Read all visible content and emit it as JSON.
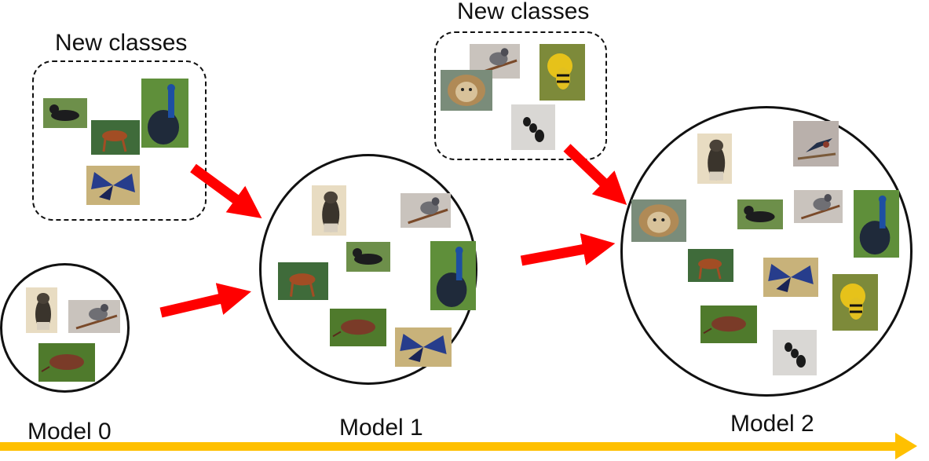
{
  "labels": {
    "new_classes_1": "New classes",
    "new_classes_2": "New classes",
    "model_0": "Model 0",
    "model_1": "Model 1",
    "model_2": "Model 2"
  },
  "colors": {
    "arrow": "#ff0000",
    "timeline": "#ffc000",
    "outline": "#111111"
  },
  "classes": [
    "cat",
    "bird",
    "weevil",
    "dog",
    "horse",
    "peacock",
    "butterfly",
    "lion",
    "wasp",
    "ant",
    "swallow"
  ],
  "groups": {
    "model_0": [
      "cat",
      "bird",
      "weevil"
    ],
    "new_classes_1": [
      "dog",
      "horse",
      "peacock",
      "butterfly"
    ],
    "model_1": [
      "cat",
      "bird",
      "dog",
      "horse",
      "peacock",
      "weevil",
      "butterfly"
    ],
    "new_classes_2": [
      "bird",
      "lion",
      "wasp",
      "ant"
    ],
    "model_2": [
      "cat",
      "swallow",
      "lion",
      "dog",
      "bird",
      "peacock",
      "horse",
      "butterfly",
      "wasp",
      "weevil",
      "ant"
    ]
  }
}
